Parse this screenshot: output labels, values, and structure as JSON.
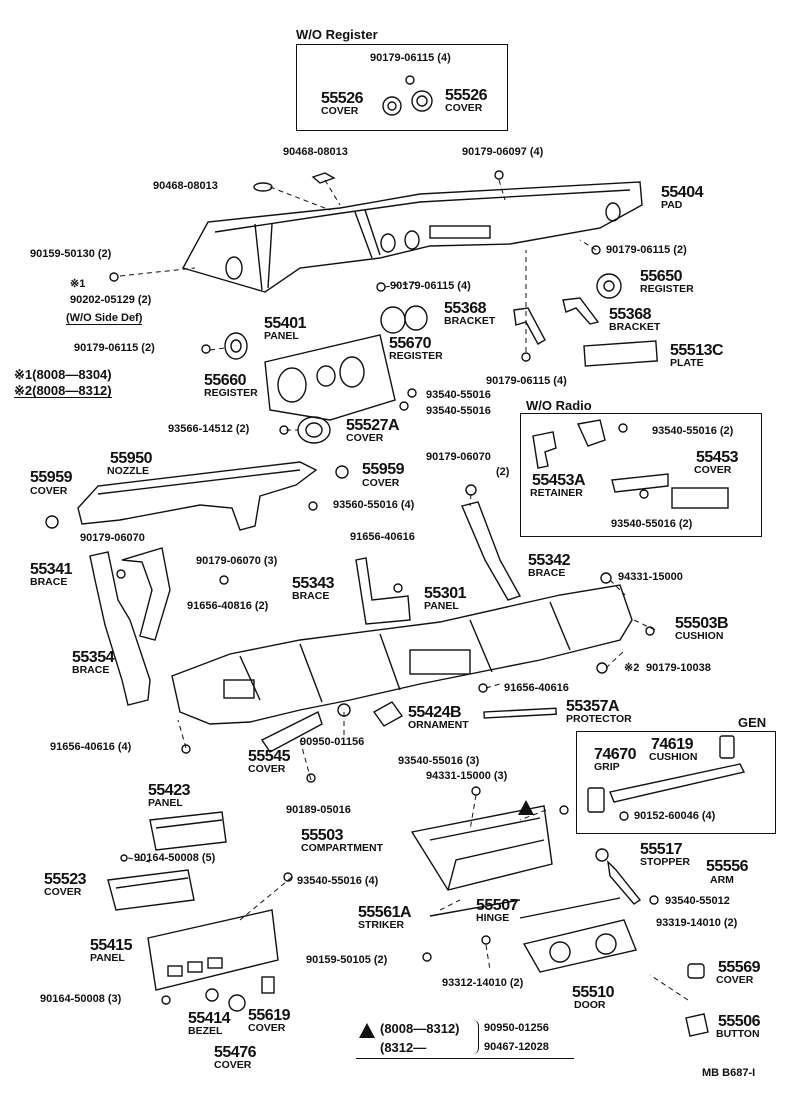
{
  "sections": {
    "wo_register": "W/O Register",
    "wo_side_def": "(W/O  Side Def)",
    "wo_radio": "W/O Radio",
    "gen": "GEN"
  },
  "notes": {
    "note1": "※1(8008—8304)",
    "note2": "※2(8008—8312)",
    "mark1": "※1",
    "mark2": "※2"
  },
  "legend": {
    "range1": "(8008—8312)",
    "part1": "90950-01256",
    "range2": "(8312—",
    "part2": "90467-12028"
  },
  "footer": "MB  B687-I",
  "parts": [
    {
      "id": "p1",
      "no": "90179-06115 (4)",
      "name": ""
    },
    {
      "id": "p2",
      "no": "55526",
      "name": "COVER"
    },
    {
      "id": "p3",
      "no": "55526",
      "name": "COVER"
    },
    {
      "id": "p4",
      "no": "90468-08013",
      "name": ""
    },
    {
      "id": "p5",
      "no": "90179-06097 (4)",
      "name": ""
    },
    {
      "id": "p6",
      "no": "90468-08013",
      "name": ""
    },
    {
      "id": "p7",
      "no": "55404",
      "name": "PAD"
    },
    {
      "id": "p8",
      "no": "90159-50130 (2)",
      "name": ""
    },
    {
      "id": "p9",
      "no": "90179-06115 (2)",
      "name": ""
    },
    {
      "id": "p10",
      "no": "90202-05129 (2)",
      "name": ""
    },
    {
      "id": "p11",
      "no": "90179-06115 (4)",
      "name": ""
    },
    {
      "id": "p12",
      "no": "55650",
      "name": "REGISTER"
    },
    {
      "id": "p13",
      "no": "55401",
      "name": "PANEL"
    },
    {
      "id": "p14",
      "no": "55368",
      "name": "BRACKET"
    },
    {
      "id": "p15",
      "no": "55368",
      "name": "BRACKET"
    },
    {
      "id": "p16",
      "no": "90179-06115 (2)",
      "name": ""
    },
    {
      "id": "p17",
      "no": "55670",
      "name": "REGISTER"
    },
    {
      "id": "p18",
      "no": "55513C",
      "name": "PLATE"
    },
    {
      "id": "p19",
      "no": "55660",
      "name": "REGISTER"
    },
    {
      "id": "p20",
      "no": "90179-06115 (4)",
      "name": ""
    },
    {
      "id": "p21",
      "no": "93540-55016",
      "name": ""
    },
    {
      "id": "p22",
      "no": "93540-55016",
      "name": ""
    },
    {
      "id": "p23",
      "no": "93566-14512 (2)",
      "name": ""
    },
    {
      "id": "p24",
      "no": "55527A",
      "name": "COVER"
    },
    {
      "id": "p25",
      "no": "93540-55016 (2)",
      "name": ""
    },
    {
      "id": "p26",
      "no": "55950",
      "name": "NOZZLE"
    },
    {
      "id": "p27",
      "no": "90179-06070",
      "name": ""
    },
    {
      "id": "p28",
      "no": "(2)",
      "name": ""
    },
    {
      "id": "p29",
      "no": "55453",
      "name": "COVER"
    },
    {
      "id": "p30",
      "no": "55959",
      "name": "COVER"
    },
    {
      "id": "p31",
      "no": "55959",
      "name": "COVER"
    },
    {
      "id": "p32",
      "no": "55453A",
      "name": "RETAINER"
    },
    {
      "id": "p33",
      "no": "93560-55016 (4)",
      "name": ""
    },
    {
      "id": "p34",
      "no": "93540-55016 (2)",
      "name": ""
    },
    {
      "id": "p35",
      "no": "90179-06070",
      "name": ""
    },
    {
      "id": "p36",
      "no": "90179-06070 (3)",
      "name": ""
    },
    {
      "id": "p37",
      "no": "91656-40616",
      "name": ""
    },
    {
      "id": "p38",
      "no": "55342",
      "name": "BRACE"
    },
    {
      "id": "p39",
      "no": "55341",
      "name": "BRACE"
    },
    {
      "id": "p40",
      "no": "94331-15000",
      "name": ""
    },
    {
      "id": "p41",
      "no": "55343",
      "name": "BRACE"
    },
    {
      "id": "p42",
      "no": "55301",
      "name": "PANEL"
    },
    {
      "id": "p43",
      "no": "91656-40816 (2)",
      "name": ""
    },
    {
      "id": "p44",
      "no": "55503B",
      "name": "CUSHION"
    },
    {
      "id": "p45",
      "no": "55354",
      "name": "BRACE"
    },
    {
      "id": "p46",
      "no": "90179-10038",
      "name": ""
    },
    {
      "id": "p47",
      "no": "91656-40616",
      "name": ""
    },
    {
      "id": "p48",
      "no": "55424B",
      "name": "ORNAMENT"
    },
    {
      "id": "p49",
      "no": "55357A",
      "name": "PROTECTOR"
    },
    {
      "id": "p50",
      "no": "91656-40616 (4)",
      "name": ""
    },
    {
      "id": "p51",
      "no": "90950-01156",
      "name": ""
    },
    {
      "id": "p52",
      "no": "55545",
      "name": "COVER"
    },
    {
      "id": "p53",
      "no": "74670",
      "name": "GRIP"
    },
    {
      "id": "p54",
      "no": "74619",
      "name": "CUSHION"
    },
    {
      "id": "p55",
      "no": "93540-55016 (3)",
      "name": ""
    },
    {
      "id": "p56",
      "no": "94331-15000 (3)",
      "name": ""
    },
    {
      "id": "p57",
      "no": "55423",
      "name": "PANEL"
    },
    {
      "id": "p58",
      "no": "90189-05016",
      "name": ""
    },
    {
      "id": "p59",
      "no": "90152-60046 (4)",
      "name": ""
    },
    {
      "id": "p60",
      "no": "55503",
      "name": "COMPARTMENT"
    },
    {
      "id": "p61",
      "no": "90164-50008 (5)",
      "name": ""
    },
    {
      "id": "p62",
      "no": "55517",
      "name": "STOPPER"
    },
    {
      "id": "p63",
      "no": "55556",
      "name": "ARM"
    },
    {
      "id": "p64",
      "no": "55523",
      "name": "COVER"
    },
    {
      "id": "p65",
      "no": "93540-55016 (4)",
      "name": ""
    },
    {
      "id": "p66",
      "no": "93540-55012",
      "name": ""
    },
    {
      "id": "p67",
      "no": "55561A",
      "name": "STRIKER"
    },
    {
      "id": "p68",
      "no": "55507",
      "name": "HINGE"
    },
    {
      "id": "p69",
      "no": "93319-14010 (2)",
      "name": ""
    },
    {
      "id": "p70",
      "no": "55415",
      "name": "PANEL"
    },
    {
      "id": "p71",
      "no": "90159-50105 (2)",
      "name": ""
    },
    {
      "id": "p72",
      "no": "55569",
      "name": "COVER"
    },
    {
      "id": "p73",
      "no": "93312-14010 (2)",
      "name": ""
    },
    {
      "id": "p74",
      "no": "90164-50008 (3)",
      "name": ""
    },
    {
      "id": "p75",
      "no": "55414",
      "name": "BEZEL"
    },
    {
      "id": "p76",
      "no": "55619",
      "name": "COVER"
    },
    {
      "id": "p77",
      "no": "55510",
      "name": "DOOR"
    },
    {
      "id": "p78",
      "no": "55506",
      "name": "BUTTON"
    },
    {
      "id": "p79",
      "no": "55476",
      "name": "COVER"
    }
  ]
}
